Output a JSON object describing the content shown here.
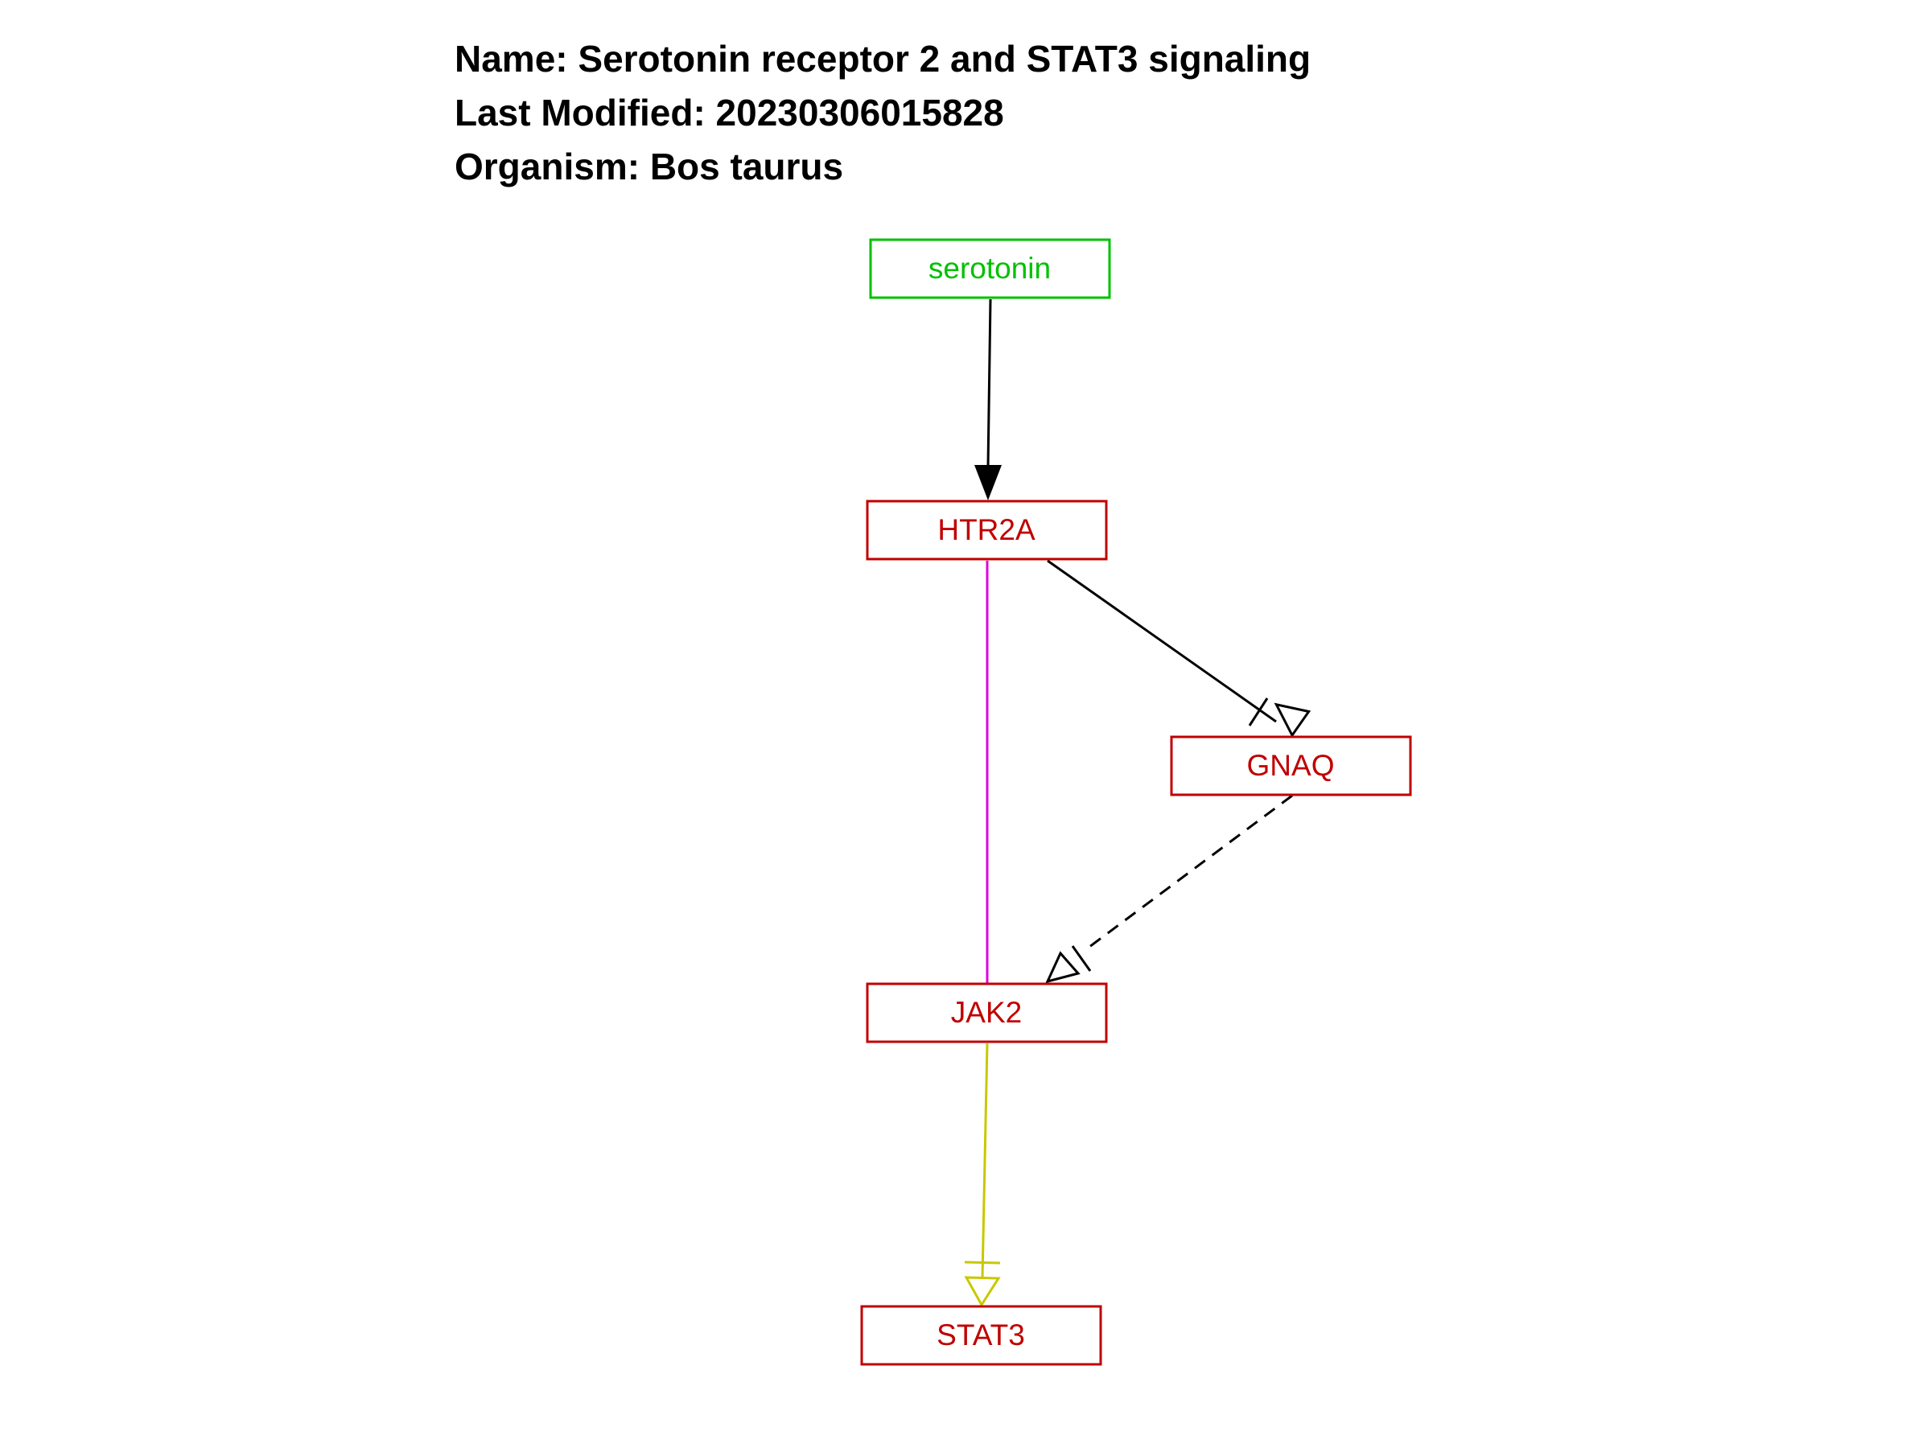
{
  "header": {
    "name_line": "Name: Serotonin receptor 2 and STAT3 signaling",
    "modified_line": "Last Modified: 20230306015828",
    "organism_line": "Organism: Bos taurus"
  },
  "nodes": {
    "serotonin": {
      "label": "serotonin",
      "color": "#00c000"
    },
    "htr2a": {
      "label": "HTR2A",
      "color": "#c00000"
    },
    "gnaq": {
      "label": "GNAQ",
      "color": "#c00000"
    },
    "jak2": {
      "label": "JAK2",
      "color": "#c00000"
    },
    "stat3": {
      "label": "STAT3",
      "color": "#c00000"
    }
  },
  "edges": [
    {
      "from": "serotonin",
      "to": "htr2a",
      "arrow": "filled-triangle",
      "style": "solid",
      "color": "#000000"
    },
    {
      "from": "htr2a",
      "to": "gnaq",
      "arrow": "open-triangle-with-bar",
      "style": "solid",
      "color": "#000000"
    },
    {
      "from": "htr2a",
      "to": "jak2",
      "arrow": "none",
      "style": "solid",
      "color": "#e000e0"
    },
    {
      "from": "gnaq",
      "to": "jak2",
      "arrow": "open-triangle-with-bar",
      "style": "dashed",
      "color": "#000000"
    },
    {
      "from": "jak2",
      "to": "stat3",
      "arrow": "open-triangle-with-bar",
      "style": "solid",
      "color": "#c8c800"
    }
  ]
}
